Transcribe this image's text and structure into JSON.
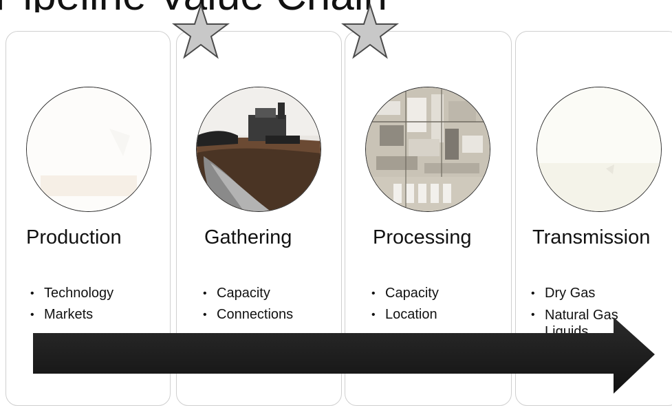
{
  "slide": {
    "title": "Pipeline Value Chain"
  },
  "stages": [
    {
      "title": "Production",
      "bullets": [
        "Technology",
        "Markets"
      ],
      "starred": false,
      "image": "faded-photo"
    },
    {
      "title": "Gathering",
      "bullets": [
        "Capacity",
        "Connections"
      ],
      "starred": true,
      "image": "pipeline-construction-photo"
    },
    {
      "title": "Processing",
      "bullets": [
        "Capacity",
        "Location"
      ],
      "starred": true,
      "image": "processing-plant-aerial-photo"
    },
    {
      "title": "Transmission",
      "bullets": [
        "Dry Gas",
        "Natural Gas Liquids"
      ],
      "starred": false,
      "image": "faded-photo"
    }
  ],
  "colors": {
    "arrow": "#1c1c1c",
    "star_fill": "#c8c8c8",
    "card_border": "#cfcfcf"
  }
}
